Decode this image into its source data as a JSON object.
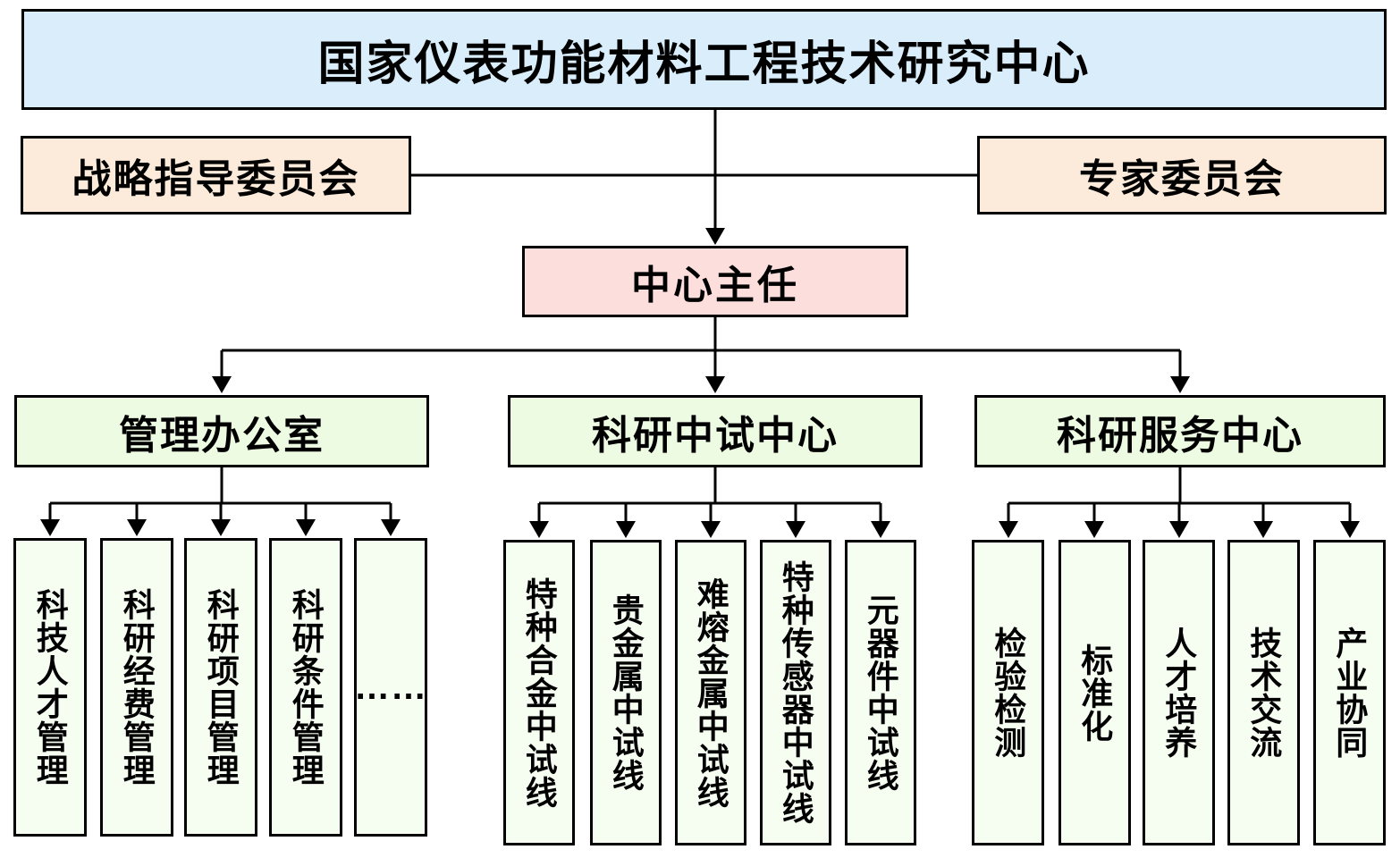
{
  "title": {
    "label": "国家仪表功能材料工程技术研究中心"
  },
  "committees": {
    "strategic": "战略指导委员会",
    "expert": "专家委员会"
  },
  "director": {
    "label": "中心主任"
  },
  "departments": [
    {
      "label": "管理办公室",
      "items": [
        "科技人才管理",
        "科研经费管理",
        "科研项目管理",
        "科研条件管理",
        "……"
      ]
    },
    {
      "label": "科研中试中心",
      "items": [
        "特种合金中试线",
        "贵金属中试线",
        "难熔金属中试线",
        "特种传感器中试线",
        "元器件中试线"
      ]
    },
    {
      "label": "科研服务中心",
      "items": [
        "检验检测",
        "标准化",
        "人才培养",
        "技术交流",
        "产业协同"
      ]
    }
  ],
  "colors": {
    "root_fill": "#d9edfb",
    "committee_fill": "#fcebda",
    "director_fill": "#fcdedd",
    "department_fill": "#edfbe3",
    "item_fill": "#f6fdf1",
    "line_and_border": "#000000",
    "background": "#ffffff"
  }
}
